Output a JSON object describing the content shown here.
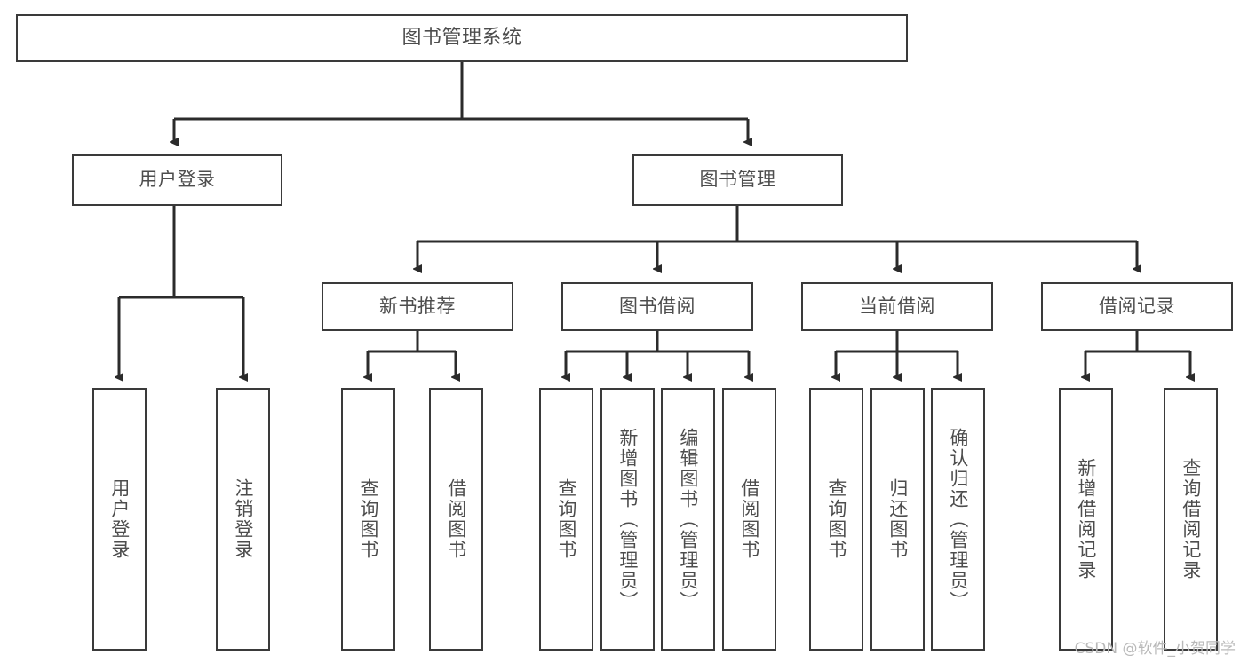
{
  "diagram": {
    "title": "图书管理系统",
    "type": "tree-hierarchy-chart",
    "watermark": "CSDN @软件_小贺同学",
    "colors": {
      "box_border": "#3a3a3a",
      "box_fill": "#ffffff",
      "text": "#4d4d4d",
      "edge": "#2b2b2b",
      "watermark": "#b9b9b9"
    },
    "nodes": {
      "root": {
        "label": "图书管理系统"
      },
      "level2": [
        {
          "label": "用户登录"
        },
        {
          "label": "图书管理"
        }
      ],
      "level3": [
        {
          "label": "新书推荐"
        },
        {
          "label": "图书借阅"
        },
        {
          "label": "当前借阅"
        },
        {
          "label": "借阅记录"
        }
      ],
      "leaves": {
        "user_login": [
          {
            "label": "用户登录"
          },
          {
            "label": "注销登录"
          }
        ],
        "new_book": [
          {
            "label": "查询图书"
          },
          {
            "label": "借阅图书"
          }
        ],
        "book_borrow": [
          {
            "label": "查询图书"
          },
          {
            "label": "新增图书（管理员）"
          },
          {
            "label": "编辑图书（管理员）"
          },
          {
            "label": "借阅图书"
          }
        ],
        "current_borrow": [
          {
            "label": "查询图书"
          },
          {
            "label": "归还图书"
          },
          {
            "label": "确认归还（管理员）"
          }
        ],
        "borrow_record": [
          {
            "label": "新增借阅记录"
          },
          {
            "label": "查询借阅记录"
          }
        ]
      }
    }
  }
}
